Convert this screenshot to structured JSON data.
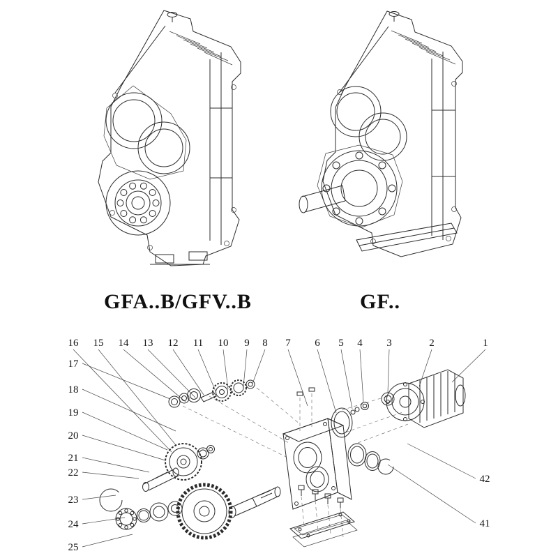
{
  "models": {
    "left_label": "GFA..B/GFV..B",
    "right_label": "GF.."
  },
  "exploded": {
    "top_row": [
      "16",
      "15",
      "14",
      "13",
      "12",
      "11",
      "10",
      "9",
      "8",
      "7",
      "6",
      "5",
      "4",
      "3",
      "2",
      "1"
    ],
    "left_column": [
      "17",
      "18",
      "19",
      "20",
      "21",
      "22",
      "23",
      "24",
      "25"
    ],
    "right_column": [
      "42",
      "41"
    ]
  },
  "colors": {
    "line": "#2b2b2b",
    "leader": "#474747",
    "background": "#ffffff"
  }
}
